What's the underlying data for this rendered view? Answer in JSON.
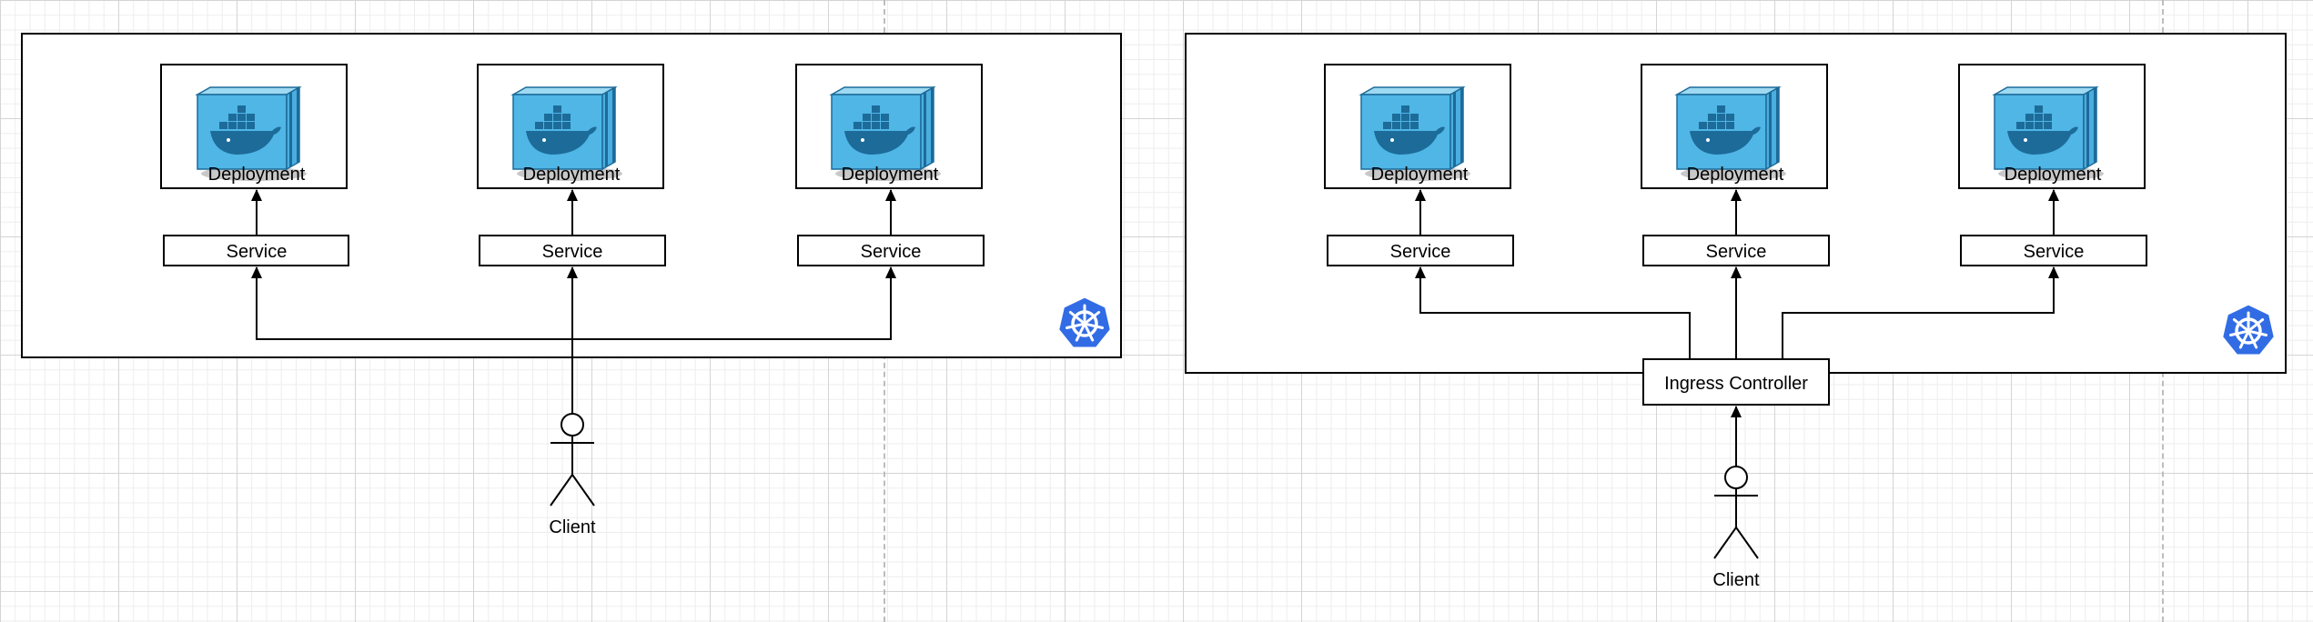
{
  "colors": {
    "container_body": "#4fb6e6",
    "container_dark": "#1d6b99",
    "container_top": "#9ed9f2",
    "kubernetes_blue": "#326ce5"
  },
  "icons": {
    "container": "docker-container-icon",
    "cluster_logo": "kubernetes-helm-icon",
    "client": "stick-figure-actor-icon"
  },
  "diagrams": [
    {
      "deployments": [
        "Deployment",
        "Deployment",
        "Deployment"
      ],
      "services": [
        "Service",
        "Service",
        "Service"
      ],
      "client": "Client"
    },
    {
      "deployments": [
        "Deployment",
        "Deployment",
        "Deployment"
      ],
      "services": [
        "Service",
        "Service",
        "Service"
      ],
      "ingress": "Ingress Controller",
      "client": "Client"
    }
  ]
}
